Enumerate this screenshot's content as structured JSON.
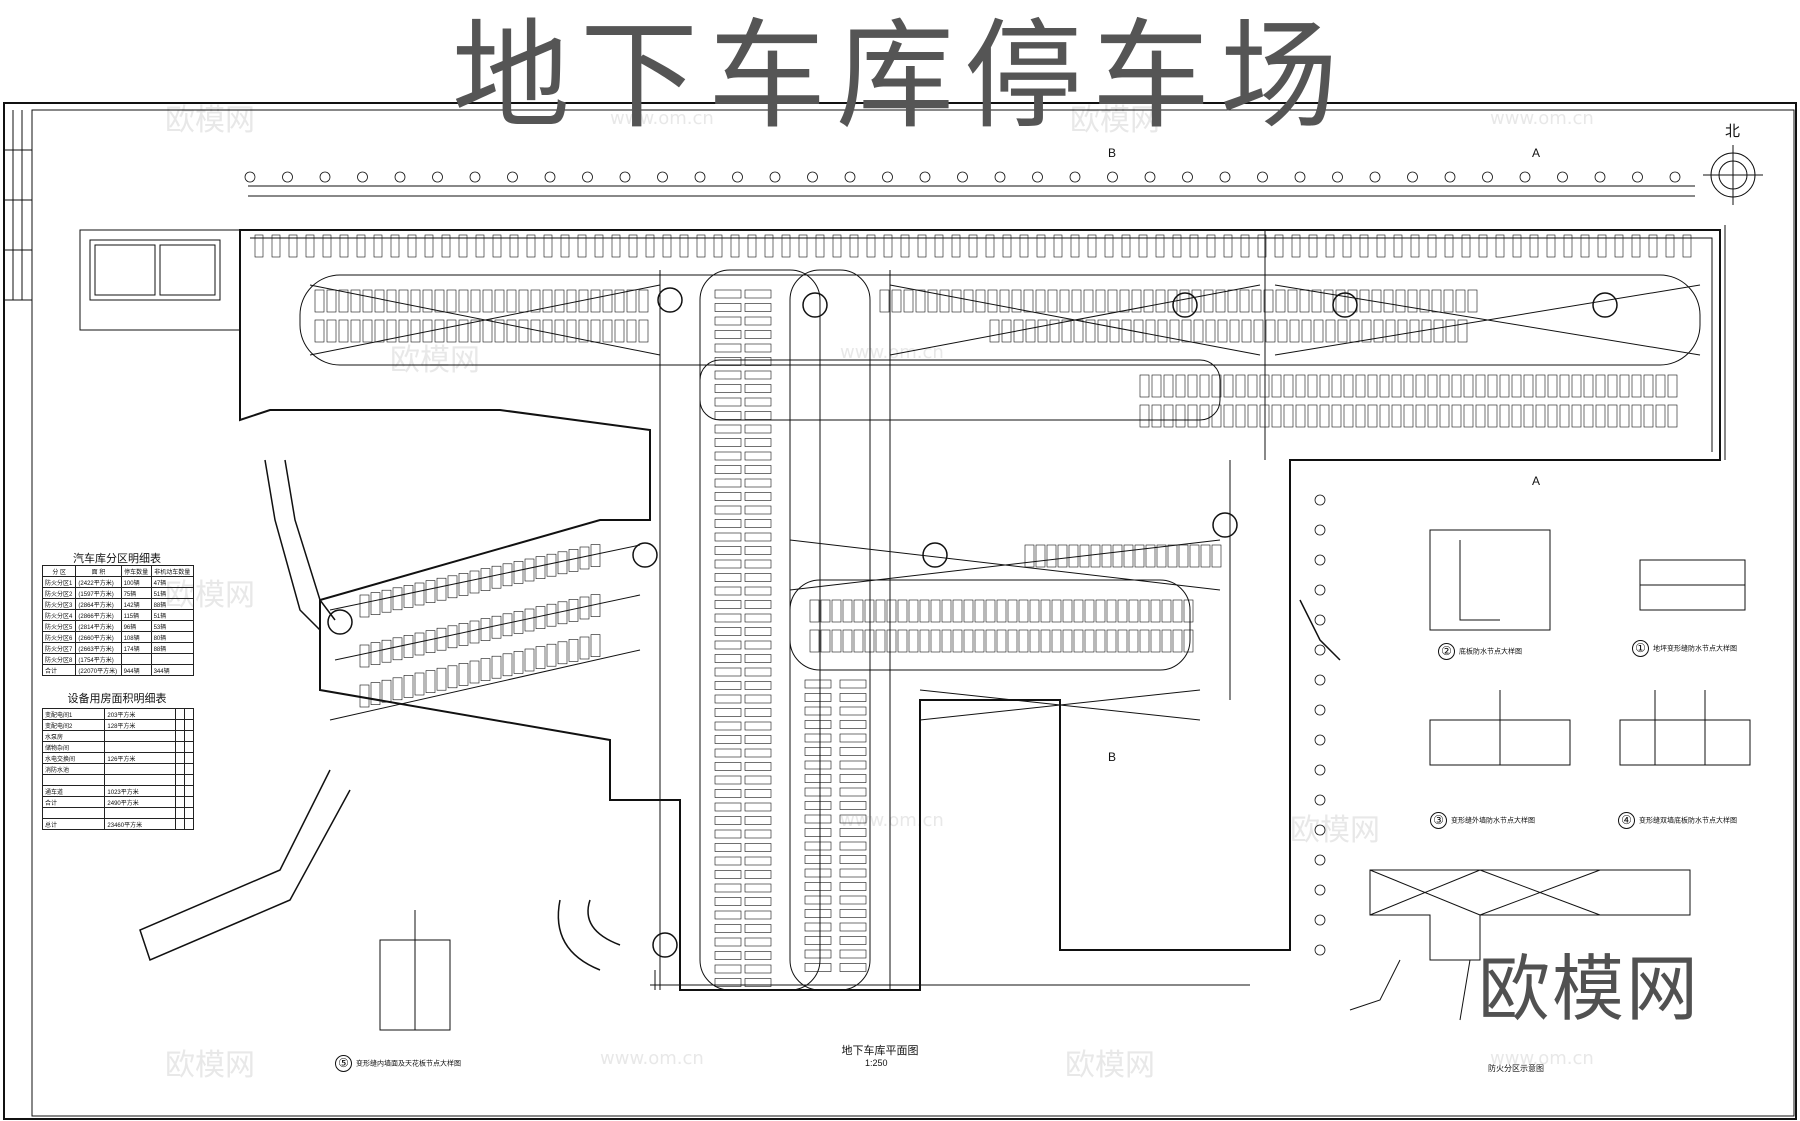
{
  "title": "地下车库停车场",
  "watermark": {
    "logo": "欧模网",
    "site": "www.om.cn"
  },
  "north_label": "北",
  "section_markers": [
    "B",
    "A",
    "A",
    "B"
  ],
  "table_parking": {
    "caption": "汽车库分区明细表",
    "header": [
      "分 区",
      "面 积",
      "停车数量",
      "非机动车数量"
    ],
    "rows": [
      [
        "防火分区1",
        "(2422平方米)",
        "100辆",
        "47辆"
      ],
      [
        "防火分区2",
        "(1597平方米)",
        "75辆",
        "51辆"
      ],
      [
        "防火分区3",
        "(2864平方米)",
        "142辆",
        "88辆"
      ],
      [
        "防火分区4",
        "(2866平方米)",
        "115辆",
        "51辆"
      ],
      [
        "防火分区5",
        "(2814平方米)",
        "96辆",
        "53辆"
      ],
      [
        "防火分区6",
        "(2660平方米)",
        "108辆",
        "80辆"
      ],
      [
        "防火分区7",
        "(2663平方米)",
        "174辆",
        "88辆"
      ],
      [
        "防火分区8",
        "(1754平方米)",
        "",
        ""
      ],
      [
        "合计",
        "(22070平方米)",
        "944辆",
        "344辆"
      ]
    ]
  },
  "table_equipment": {
    "caption": "设备用房面积明细表",
    "rows": [
      [
        "变配电间1",
        "203平方米"
      ],
      [
        "变配电间2",
        "128平方米"
      ],
      [
        "水泵房",
        ""
      ],
      [
        "储物杂间",
        ""
      ],
      [
        "水电交换间",
        "126平方米"
      ],
      [
        "消防水池",
        ""
      ],
      [
        "",
        ""
      ],
      [
        "通车道",
        "1023平方米"
      ],
      [
        "合计",
        "2490平方米"
      ],
      [
        "",
        ""
      ],
      [
        "总计",
        "23460平方米"
      ]
    ]
  },
  "details": [
    {
      "num": "①",
      "caption": "地坪变形缝防水节点大样图"
    },
    {
      "num": "②",
      "caption": "底板防水节点大样图"
    },
    {
      "num": "③",
      "caption": "变形缝外墙防水节点大样图"
    },
    {
      "num": "④",
      "caption": "变形缝双墙底板防水节点大样图"
    },
    {
      "num": "⑤",
      "caption": "变形缝内墙面及天花板节点大样图"
    }
  ],
  "plan_title": "地下车库平面图",
  "plan_scale": "1:250",
  "fire_zone_title": "防火分区示意图",
  "colors": {
    "line": "#111111",
    "title": "#555555",
    "watermark": "#e8e8e8"
  }
}
